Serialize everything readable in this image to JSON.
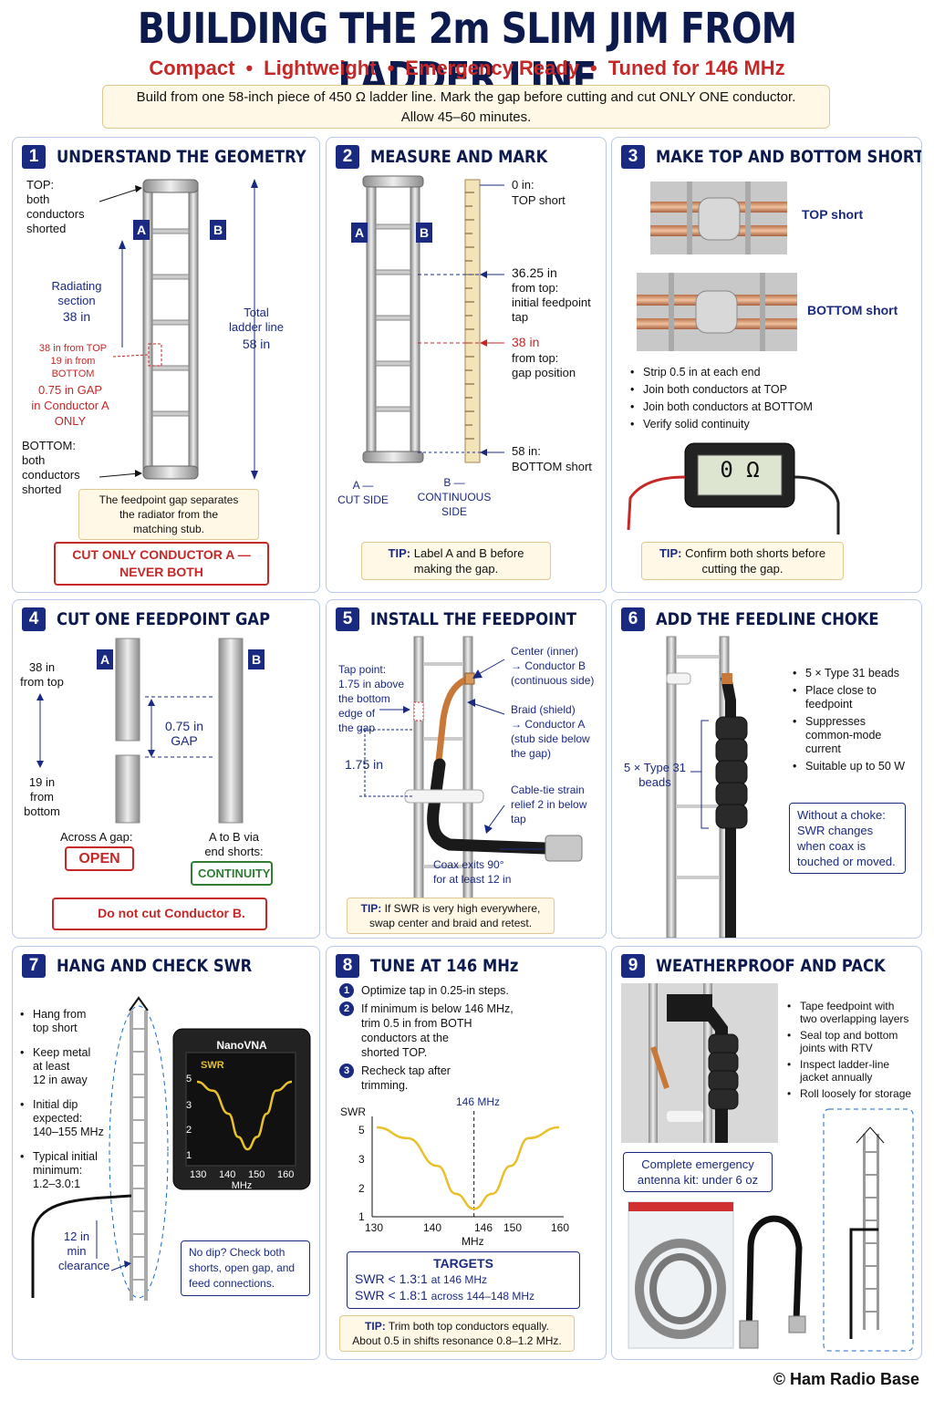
{
  "title": "BUILDING THE 2m SLIM JIM FROM LADDER LINE",
  "subtitle": [
    "Compact",
    "•",
    "Lightweight",
    "•",
    "Emergency Ready",
    "•",
    "Tuned for 146 MHz"
  ],
  "intro": [
    "Build from one 58-inch piece of 450 Ω ladder line. Mark the gap before cutting and cut ONLY ONE conductor.",
    "Allow 45–60 minutes."
  ],
  "p1": {
    "num": "1",
    "title": "UNDERSTAND THE GEOMETRY",
    "top": "TOP:\nboth\nconductors\nshorted",
    "a": "A",
    "b": "B",
    "radiating": "Radiating\nsection",
    "rad_len": "38 in",
    "total": "Total\nladder line",
    "total_len": "58 in",
    "gap_pos": "38 in from TOP\n19 in from BOTTOM",
    "gap": "0.75 in GAP\nin Conductor A\nONLY",
    "bottom": "BOTTOM:\nboth\nconductors\nshorted",
    "tip": "The feedpoint gap separates\nthe radiator from the\nmatching stub.",
    "warn": "CUT ONLY CONDUCTOR A —\nNEVER BOTH"
  },
  "p2": {
    "num": "2",
    "title": "MEASURE AND MARK",
    "a": "A",
    "b": "B",
    "m0": "0 in:",
    "m0b": "TOP short",
    "m1": "36.25 in",
    "m1b": "from top:\ninitial feedpoint\ntap",
    "m2": "38 in",
    "m2b": "from top:\ngap position",
    "m3": "58 in:",
    "m3b": "BOTTOM short",
    "acut": "A —\nCUT SIDE",
    "bcont": "B —\nCONTINUOUS\nSIDE",
    "tip_b": "TIP:",
    "tip": "Label A and B before\nmaking the gap."
  },
  "p3": {
    "num": "3",
    "title": "MAKE TOP AND BOTTOM SHORTS",
    "top": "TOP short",
    "bottom": "BOTTOM short",
    "bullets": [
      "Strip 0.5 in at each end",
      "Join both conductors at TOP",
      "Join both conductors at BOTTOM",
      "Verify solid continuity"
    ],
    "meter": "0 Ω",
    "tip_b": "TIP:",
    "tip": "Confirm both shorts before\ncutting the gap."
  },
  "p4": {
    "num": "4",
    "title": "CUT ONE FEEDPOINT GAP",
    "a": "A",
    "b": "B",
    "top": "38 in\nfrom top",
    "gap": "0.75 in\nGAP",
    "bottom": "19 in\nfrom\nbottom",
    "across": "Across A gap:",
    "open": "OPEN",
    "via": "A to B via\nend shorts:",
    "cont": "CONTINUITY",
    "warn": "Do not cut Conductor B."
  },
  "p5": {
    "num": "5",
    "title": "INSTALL THE FEEDPOINT",
    "tap": "Tap point:\n1.75 in above\nthe bottom\nedge of\nthe gap",
    "dist": "1.75 in",
    "center": "Center (inner)\n→ Conductor B\n(continuous side)",
    "braid": "Braid (shield)\n→ Conductor A\n(stub side below\nthe gap)",
    "relief": "Cable-tie strain\nrelief 2 in below\ntap",
    "coax": "Coax exits 90°\nfor at least 12 in",
    "tip_b": "TIP:",
    "tip": "If SWR is very high everywhere,\nswap center and braid and retest."
  },
  "p6": {
    "num": "6",
    "title": "ADD THE FEEDLINE CHOKE",
    "beads": "5 × Type 31\nbeads",
    "bullets": [
      "5 × Type 31 beads",
      "Place close to\nfeedpoint",
      "Suppresses\ncommon-mode\ncurrent",
      "Suitable up to 50 W"
    ],
    "note": "Without a choke:\nSWR changes\nwhen coax is\ntouched or moved."
  },
  "p7": {
    "num": "7",
    "title": "HANG AND CHECK SWR",
    "bullets": [
      "Hang from\ntop short",
      "Keep metal\nat least\n12 in away",
      "Initial dip\nexpected:\n140–155 MHz",
      "Typical initial\nminimum:\n1.2–3.0:1"
    ],
    "clear": "12 in\nmin\nclearance",
    "vna": "NanoVNA",
    "swr": "SWR",
    "yt": [
      "5",
      "3",
      "2",
      "1"
    ],
    "xt": [
      "130",
      "140",
      "150",
      "160"
    ],
    "mhz": "MHz",
    "note": "No dip? Check both\nshorts, open gap, and\nfeed connections."
  },
  "p8": {
    "num": "8",
    "title": "TUNE AT 146 MHz",
    "steps": [
      "Optimize tap in 0.25-in steps.",
      "If minimum is below 146 MHz,\ntrim 0.5 in from BOTH\nconductors at the\nshorted TOP.",
      "Recheck tap after\ntrimming."
    ],
    "stepnums": [
      "1",
      "2",
      "3"
    ],
    "marker": "146 MHz",
    "ylabel": "SWR",
    "yt": [
      "5",
      "3",
      "2",
      "1"
    ],
    "xt": [
      "130",
      "140",
      "146",
      "150",
      "160"
    ],
    "xlabel": "MHz",
    "targets": "TARGETS",
    "t1a": "SWR < 1.3:1",
    "t1b": "at 146 MHz",
    "t2a": "SWR < 1.8:1",
    "t2b": "across 144–148 MHz",
    "tip_b": "TIP:",
    "tip": "Trim both top conductors equally.\nAbout 0.5 in shifts resonance 0.8–1.2 MHz."
  },
  "p9": {
    "num": "9",
    "title": "WEATHERPROOF AND PACK",
    "bullets": [
      "Tape feedpoint with\ntwo overlapping layers",
      "Seal top and bottom\njoints with RTV",
      "Inspect ladder-line\njacket annually",
      "Roll loosely for storage"
    ],
    "note": "Complete emergency\nantenna kit: under 6 oz"
  },
  "chart_data": [
    {
      "type": "line",
      "title": "",
      "xlabel": "MHz",
      "ylabel": "SWR",
      "x": [
        130,
        135,
        140,
        143,
        146,
        149,
        152,
        155,
        160
      ],
      "series": [
        {
          "values": [
            5,
            4.5,
            3.2,
            1.9,
            1.2,
            1.9,
            3.2,
            4.5,
            5
          ]
        }
      ],
      "xlim": [
        130,
        160
      ],
      "ylim": [
        1,
        5
      ]
    }
  ],
  "footer": "© Ham Radio Base",
  "colors": {
    "navy": "#1a2a80",
    "red": "#c62828",
    "gold": "#e8c02a",
    "tipbg": "#fff8e6"
  }
}
